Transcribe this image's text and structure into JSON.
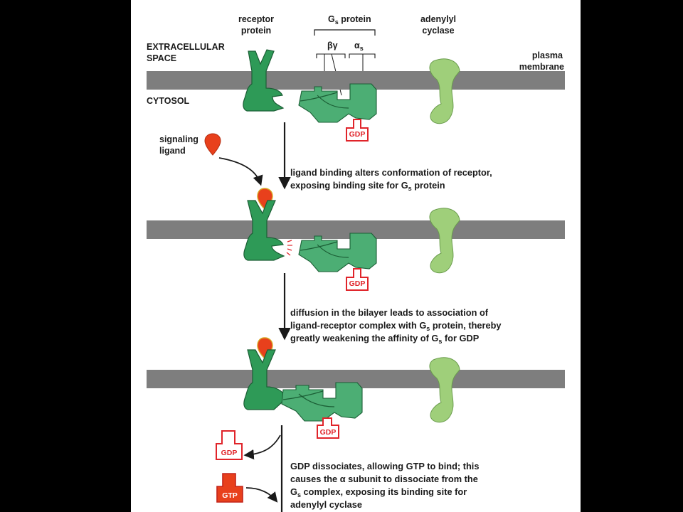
{
  "colors": {
    "membrane": "#7e7e7e",
    "receptor": "#2e9a57",
    "receptor_outline": "#1b5e35",
    "gprotein": "#4cae74",
    "adenylyl_cyclase": "#9fcf7a",
    "ligand": "#e8401c",
    "nucleotide": "#e0242a"
  },
  "labels": {
    "receptor_protein": [
      "receptor",
      "protein"
    ],
    "gs_protein_main": "G",
    "gs_protein_sub": "s",
    "gs_protein_rest": " protein",
    "beta_gamma": "βγ",
    "alpha_main": "α",
    "alpha_sub": "s",
    "adenylyl_cyclase": [
      "adenylyl",
      "cyclase"
    ],
    "extracellular": [
      "EXTRACELLULAR",
      "SPACE"
    ],
    "plasma_membrane": [
      "plasma",
      "membrane"
    ],
    "cytosol": "CYTOSOL",
    "signaling_ligand": [
      "signaling",
      "ligand"
    ]
  },
  "nucleotides": {
    "gdp": "GDP",
    "gtp": "GTP"
  },
  "captions": {
    "step1": [
      "ligand binding alters conformation of receptor,",
      "exposing binding site for G",
      "s",
      " protein"
    ],
    "step2": [
      "diffusion in the bilayer leads to association of",
      "ligand-receptor complex with G",
      "s",
      " protein, thereby",
      "greatly weakening the affinity of G",
      "s",
      " for GDP"
    ],
    "step3": [
      "GDP dissociates, allowing GTP to bind; this",
      "causes the α subunit to dissociate from the",
      "G",
      "s",
      " complex, exposing its binding site for",
      "adenylyl cyclase"
    ]
  }
}
